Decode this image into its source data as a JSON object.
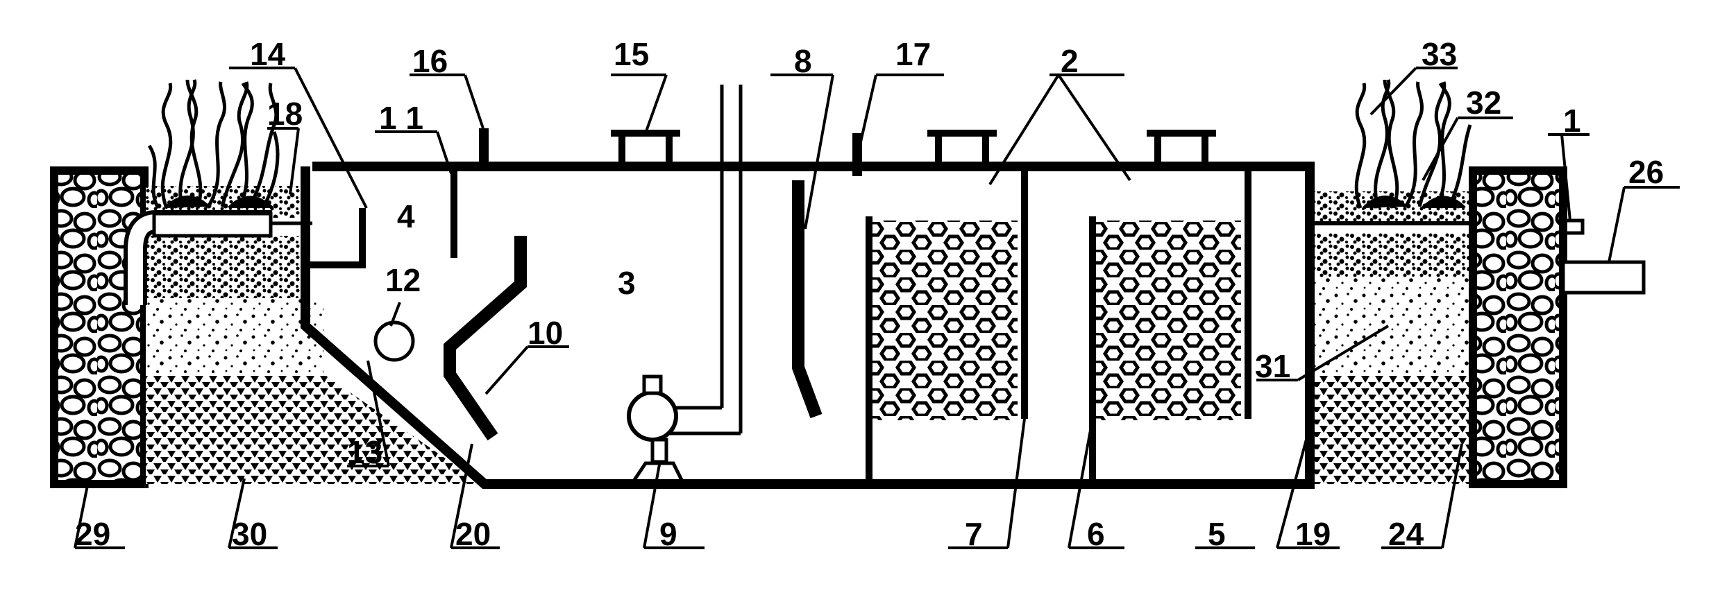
{
  "diagram": {
    "labels": [
      {
        "id": "L1",
        "text": "1"
      },
      {
        "id": "L2",
        "text": "2"
      },
      {
        "id": "L3",
        "text": "3"
      },
      {
        "id": "L4",
        "text": "4"
      },
      {
        "id": "L5",
        "text": "5"
      },
      {
        "id": "L6",
        "text": "6"
      },
      {
        "id": "L7",
        "text": "7"
      },
      {
        "id": "L8",
        "text": "8"
      },
      {
        "id": "L9",
        "text": "9"
      },
      {
        "id": "L10",
        "text": "10"
      },
      {
        "id": "L11",
        "text": "1 1"
      },
      {
        "id": "L12",
        "text": "12"
      },
      {
        "id": "L13",
        "text": "13"
      },
      {
        "id": "L14",
        "text": "14"
      },
      {
        "id": "L15",
        "text": "15"
      },
      {
        "id": "L16",
        "text": "16"
      },
      {
        "id": "L17",
        "text": "17"
      },
      {
        "id": "L18",
        "text": "18"
      },
      {
        "id": "L19",
        "text": "19"
      },
      {
        "id": "L20",
        "text": "20"
      },
      {
        "id": "L24",
        "text": "24"
      },
      {
        "id": "L26",
        "text": "26"
      },
      {
        "id": "L29",
        "text": "29"
      },
      {
        "id": "L30",
        "text": "30"
      },
      {
        "id": "L31",
        "text": "31"
      },
      {
        "id": "L32",
        "text": "32"
      },
      {
        "id": "L33",
        "text": "33"
      }
    ]
  }
}
